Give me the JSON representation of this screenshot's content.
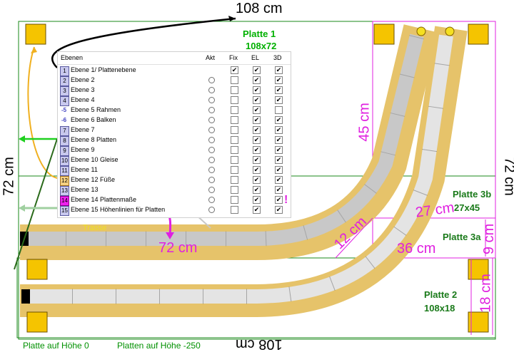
{
  "dimensions": {
    "top": "108 cm",
    "bottom": "108 cm",
    "left": "72 cm",
    "right": "72 cm",
    "vertical_45": "45 cm",
    "track_72": "72 cm",
    "diag_27": "27 cm",
    "diag_36": "36 cm",
    "diag_12": "12 cm",
    "right_9": "9 cm",
    "right_18": "18 cm"
  },
  "plates": {
    "p1_name": "Platte 1",
    "p1_size": "108x72",
    "p3b_name": "Platte 3b",
    "p3b_size": "27x45",
    "p3a_name": "Platte 3a",
    "p2_name": "Platte 2",
    "p2_size": "108x18"
  },
  "footer": {
    "height0": "Platte auf Höhe 0",
    "height250": "Platten auf Höhe -250"
  },
  "trasse": "Trasse",
  "marker": "!",
  "layers_panel": {
    "header": {
      "name": "Ebenen",
      "akt": "Akt",
      "fix": "Fix",
      "el": "EL",
      "d3": "3D"
    },
    "rows": [
      {
        "num": "1",
        "label": "Ebene 1/ Plattenebene",
        "fix": "✔",
        "el": "✔",
        "d3": "✔",
        "akt": false,
        "style": "normal"
      },
      {
        "num": "2",
        "label": "Ebene 2",
        "fix": "",
        "el": "✔",
        "d3": "✔",
        "akt": true,
        "style": "normal"
      },
      {
        "num": "3",
        "label": "Ebene 3",
        "fix": "",
        "el": "✔",
        "d3": "✔",
        "akt": true,
        "style": "normal"
      },
      {
        "num": "4",
        "label": "Ebene 4",
        "fix": "",
        "el": "✔",
        "d3": "✔",
        "akt": true,
        "style": "normal"
      },
      {
        "num": "-5",
        "label": "Ebene 5 Rahmen",
        "fix": "",
        "el": "✔",
        "d3": "",
        "akt": true,
        "style": "icon"
      },
      {
        "num": "-6",
        "label": "Ebene 6 Balken",
        "fix": "",
        "el": "✔",
        "d3": "✔",
        "akt": true,
        "style": "icon"
      },
      {
        "num": "7",
        "label": "Ebene 7",
        "fix": "",
        "el": "✔",
        "d3": "✔",
        "akt": true,
        "style": "normal"
      },
      {
        "num": "8",
        "label": "Ebene 8 Platten",
        "fix": "",
        "el": "✔",
        "d3": "✔",
        "akt": true,
        "style": "normal"
      },
      {
        "num": "9",
        "label": "Ebene 9",
        "fix": "",
        "el": "✔",
        "d3": "✔",
        "akt": true,
        "style": "normal"
      },
      {
        "num": "10",
        "label": "Ebene 10 Gleise",
        "fix": "",
        "el": "✔",
        "d3": "✔",
        "akt": true,
        "style": "normal"
      },
      {
        "num": "11",
        "label": "Ebene 11",
        "fix": "",
        "el": "✔",
        "d3": "✔",
        "akt": true,
        "style": "normal"
      },
      {
        "num": "12",
        "label": "Ebene 12 Füße",
        "fix": "",
        "el": "✔",
        "d3": "✔",
        "akt": true,
        "style": "warm"
      },
      {
        "num": "13",
        "label": "Ebene 13",
        "fix": "",
        "el": "✔",
        "d3": "✔",
        "akt": true,
        "style": "normal"
      },
      {
        "num": "14",
        "label": "Ebene 14 Plattenmaße",
        "fix": "",
        "el": "✔",
        "d3": "✔",
        "akt": true,
        "style": "selected"
      },
      {
        "num": "15",
        "label": "Ebene 15 Höhenlinien für Platten",
        "fix": "",
        "el": "✔",
        "d3": "✔",
        "akt": true,
        "style": "normal"
      }
    ]
  },
  "colors": {
    "track_bed": "#e6c36a",
    "rail_grey": "#c8c8c8",
    "rail_light": "#e4e4e4",
    "magenta": "#e020e0",
    "green": "#1a7a1a",
    "foot_square": "#f5c400"
  }
}
